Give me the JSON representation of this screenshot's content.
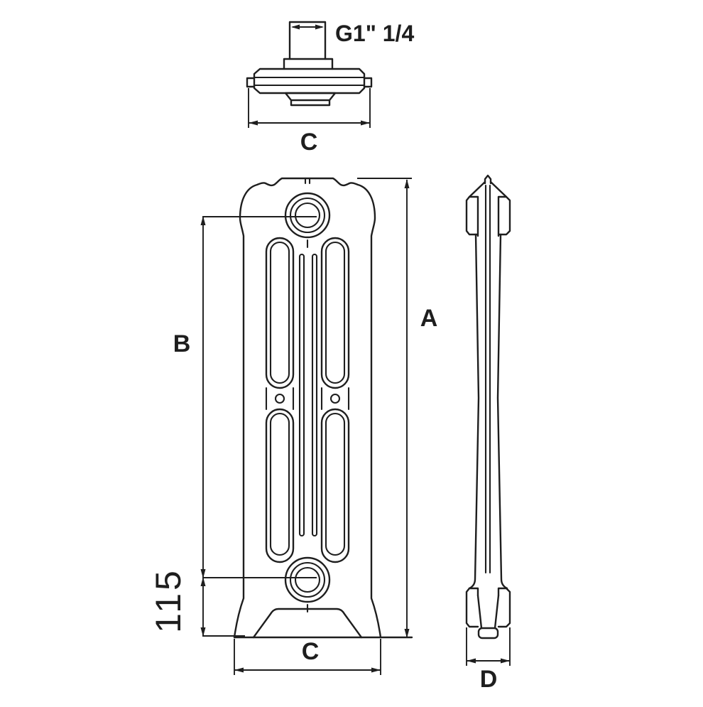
{
  "drawing": {
    "title": "radiator-section-dimension-diagram",
    "colors": {
      "line": "#1e1e1e",
      "background": "#ffffff"
    },
    "labels": {
      "thread_size": "G1\" 1/4",
      "top_view_width": "C",
      "overall_height": "A",
      "center_to_center": "B",
      "bottom_center_height": "115",
      "front_width": "C",
      "depth": "D"
    }
  }
}
